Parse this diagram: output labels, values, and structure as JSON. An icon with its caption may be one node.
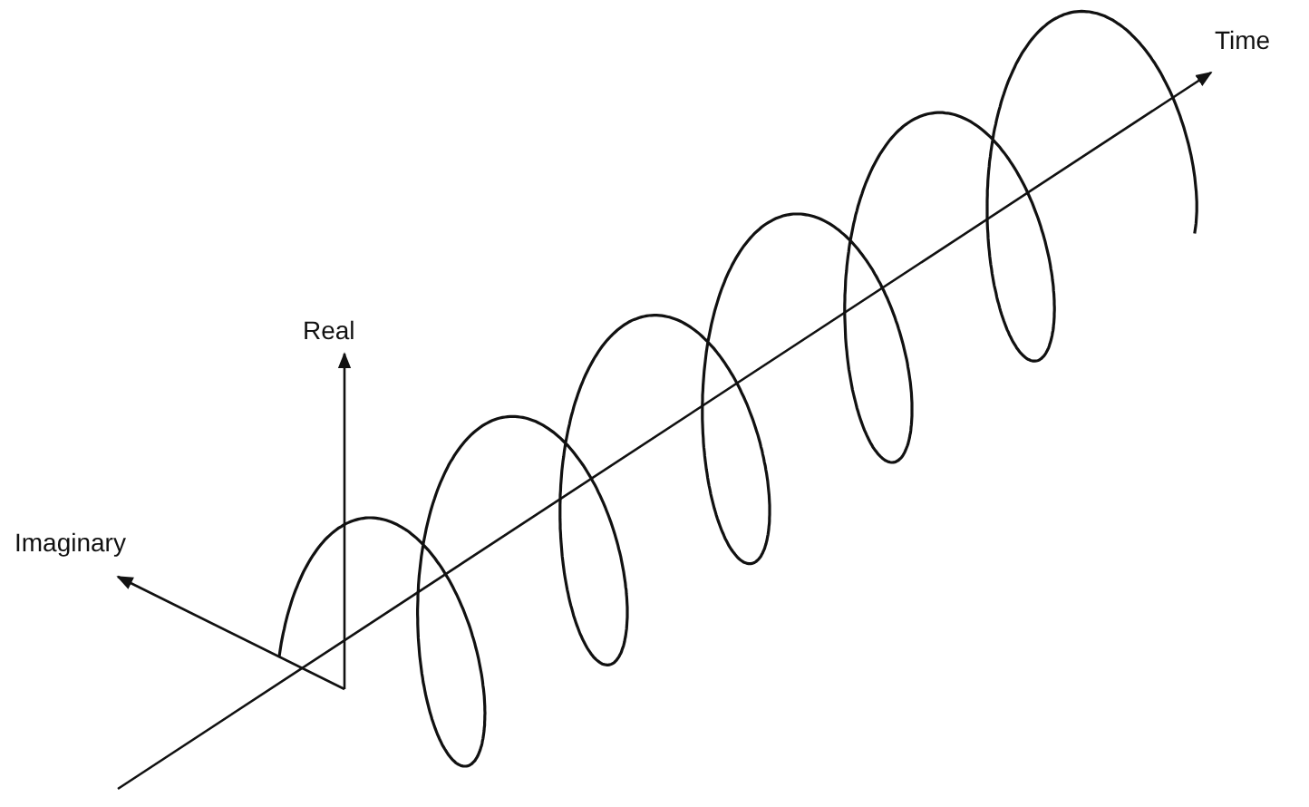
{
  "diagram": {
    "labels": [
      "Time",
      "Real",
      "Imaginary"
    ]
  }
}
